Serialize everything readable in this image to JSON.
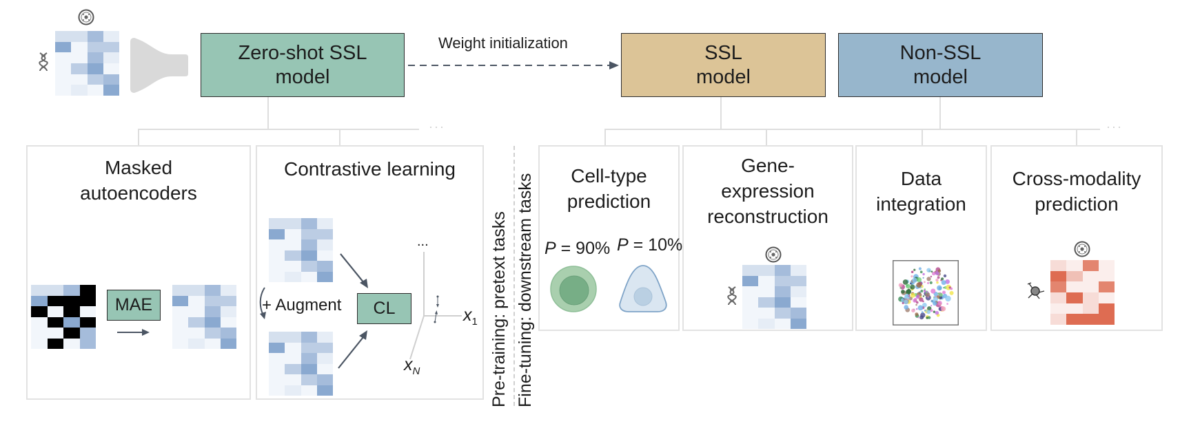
{
  "top": {
    "zero_shot_model": {
      "line1": "Zero-shot SSL",
      "line2": "model",
      "color": "#97c5b4"
    },
    "arrow_label": "Weight initialization",
    "ssl_model": {
      "line1": "SSL",
      "line2": "model",
      "color": "#dcc497"
    },
    "non_ssl_model": {
      "line1": "Non-SSL",
      "line2": "model",
      "color": "#97b6cc"
    },
    "input_icons": [
      "cell-icon",
      "dna-icon",
      "encoder-funnel-icon"
    ],
    "ellipsis": "···"
  },
  "side_labels": {
    "pretraining": "Pre-training: pretext tasks",
    "finetuning": "Fine-tuning: downstream tasks"
  },
  "pretext_tasks": [
    {
      "title_line1": "Masked",
      "title_line2": "autoencoders",
      "box_label": "MAE"
    },
    {
      "title": "Contrastive learning",
      "augment_label": "+ Augment",
      "box_label": "CL",
      "axis_labels": {
        "x1": "x",
        "x1_sub": "1",
        "xn": "x",
        "xn_sub": "N",
        "more": "..."
      }
    }
  ],
  "downstream_tasks": [
    {
      "title_line1": "Cell-type",
      "title_line2": "prediction",
      "prob_a": {
        "var": "P",
        "text": " = 90%"
      },
      "prob_b": {
        "var": "P",
        "text": " = 10%"
      }
    },
    {
      "title_line1": "Gene-",
      "title_line2": "expression",
      "title_line3": "reconstruction"
    },
    {
      "title_line1": "Data",
      "title_line2": "integration"
    },
    {
      "title_line1": "Cross-modality",
      "title_line2": "prediction"
    }
  ],
  "matrices": {
    "blue_palette": [
      "#f2f6fb",
      "#e6edf6",
      "#d5e0ee",
      "#bccde4",
      "#a5bcdb",
      "#8aa9d0"
    ],
    "expression": [
      [
        2,
        2,
        4,
        1
      ],
      [
        5,
        0,
        3,
        3
      ],
      [
        0,
        0,
        4,
        1
      ],
      [
        0,
        3,
        5,
        0
      ],
      [
        0,
        0,
        3,
        4
      ],
      [
        0,
        1,
        0,
        5
      ]
    ],
    "masked": [
      [
        2,
        2,
        4,
        -1
      ],
      [
        5,
        -1,
        -1,
        -1
      ],
      [
        -1,
        0,
        -1,
        0
      ],
      [
        0,
        -1,
        5,
        -1
      ],
      [
        0,
        0,
        -1,
        4
      ],
      [
        0,
        -1,
        0,
        4
      ]
    ],
    "red_palette": [
      "#fbeeec",
      "#f7dcd7",
      "#f0c0b6",
      "#e9a08f",
      "#e3856f",
      "#de6c52"
    ],
    "cross_modality": [
      [
        1,
        0,
        4,
        0
      ],
      [
        5,
        2,
        0,
        0
      ],
      [
        4,
        0,
        0,
        4
      ],
      [
        1,
        5,
        1,
        0
      ],
      [
        0,
        0,
        1,
        5
      ],
      [
        1,
        5,
        5,
        5
      ]
    ]
  }
}
